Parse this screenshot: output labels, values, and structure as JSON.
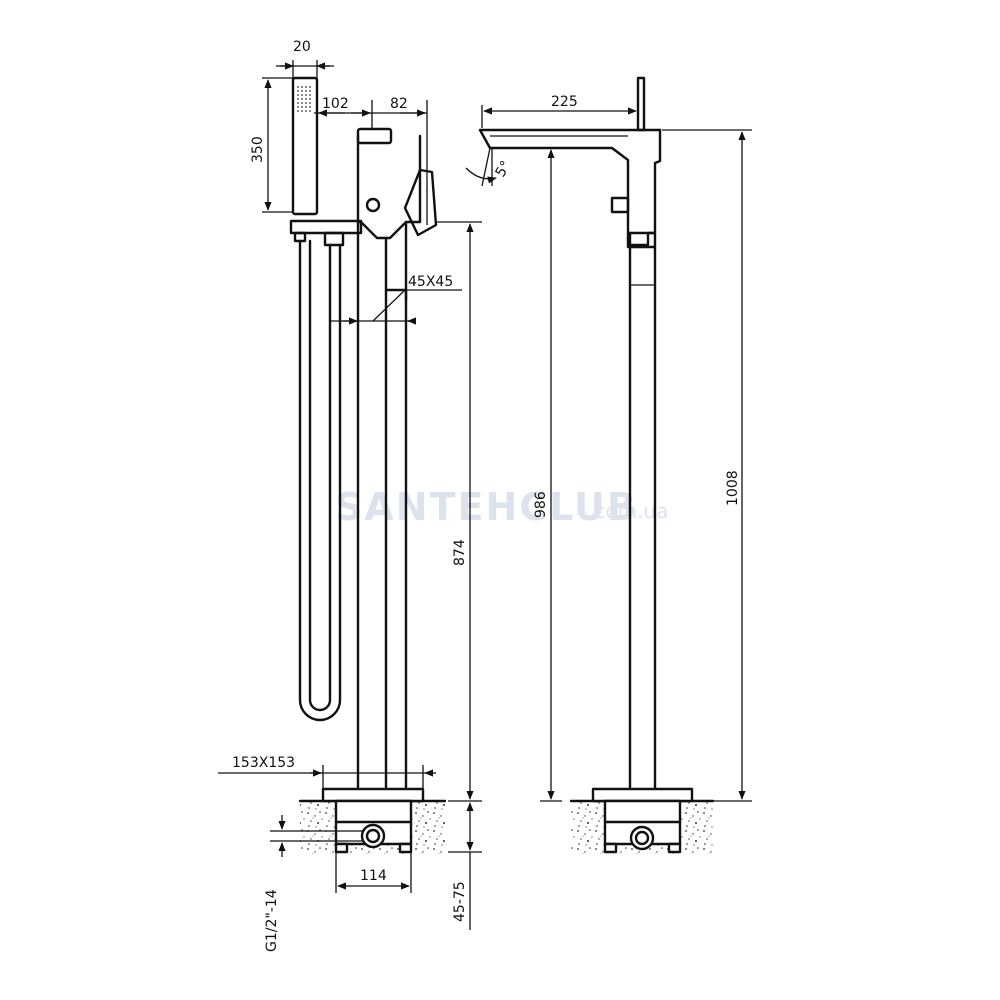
{
  "dimensions": {
    "shower_width": "20",
    "shower_length": "350",
    "shower_to_body": "102",
    "body_width": "82",
    "tube_section": "45X45",
    "base_plate": "153X153",
    "total_height_front": "874",
    "mount_width": "114",
    "inlet_thread": "G1/2\"-14",
    "mount_depth": "45-75",
    "spout_reach": "225",
    "spout_angle": "5°",
    "height_to_spout": "986",
    "total_height_side": "1008"
  },
  "watermark": {
    "brand": "SANTEHCLUB",
    "domain": ".com.ua"
  }
}
